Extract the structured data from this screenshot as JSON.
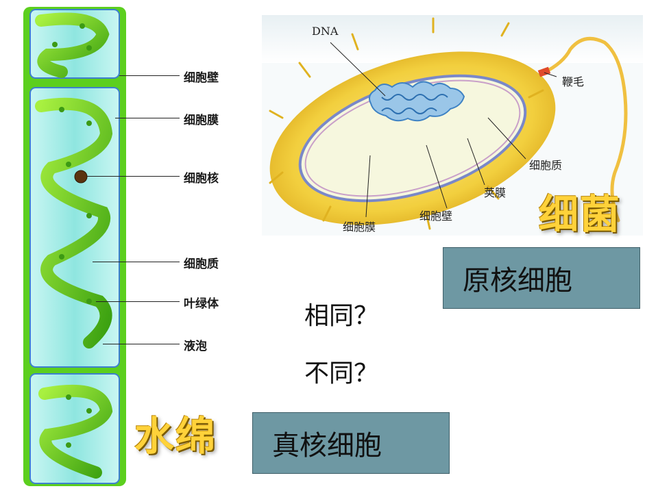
{
  "spirogyra": {
    "title": "水绵",
    "labels": {
      "cell_wall": "细胞壁",
      "cell_membrane": "细胞膜",
      "nucleus": "细胞核",
      "cytoplasm": "细胞质",
      "chloroplast": "叶绿体",
      "vacuole": "液泡"
    }
  },
  "bacterium": {
    "title": "细菌",
    "labels": {
      "dna": "DNA",
      "flagellum": "鞭毛",
      "cytoplasm": "细胞质",
      "capsule": "荚膜",
      "cell_wall": "细胞壁",
      "cell_membrane": "细胞膜"
    }
  },
  "boxes": {
    "prokaryote": "原核细胞",
    "eukaryote": "真核细胞"
  },
  "questions": {
    "same": "相同？",
    "different": "不同？"
  },
  "colors": {
    "algae_green": "#5ccf1e",
    "chloroplast_green": "#7fdc2a",
    "water_cyan": "#aef0ec",
    "bacteria_yellow": "#f2cf3e",
    "box_fill": "#6e98a3",
    "title_gold": "#ffd23a"
  }
}
